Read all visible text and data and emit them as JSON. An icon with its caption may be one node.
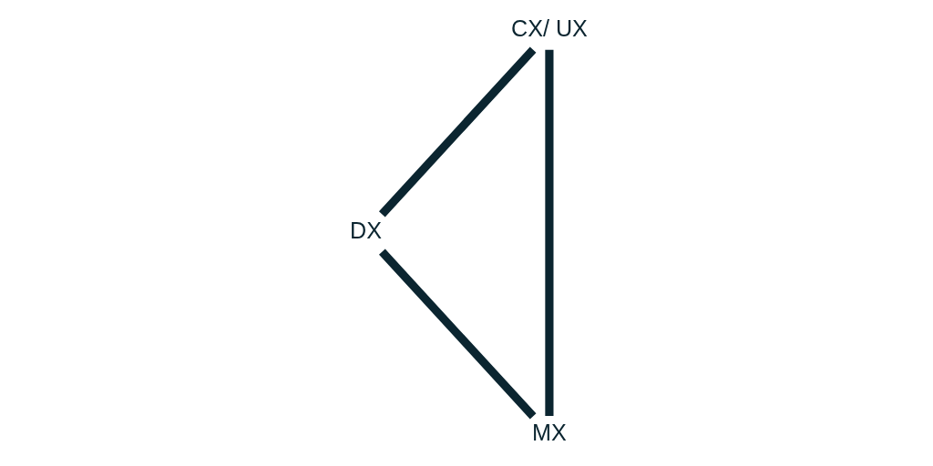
{
  "diagram": {
    "nodes": [
      {
        "text": [
          "CX/ UX"
        ]
      },
      {
        "text": [
          "DX"
        ]
      },
      {
        "text": [
          "MX"
        ]
      }
    ],
    "edges": [
      {
        "from": 0,
        "to": 1,
        "arrow": "none"
      },
      {
        "from": 0,
        "to": 2,
        "arrow": "none"
      },
      {
        "from": 1,
        "to": 2,
        "arrow": "none"
      }
    ]
  }
}
